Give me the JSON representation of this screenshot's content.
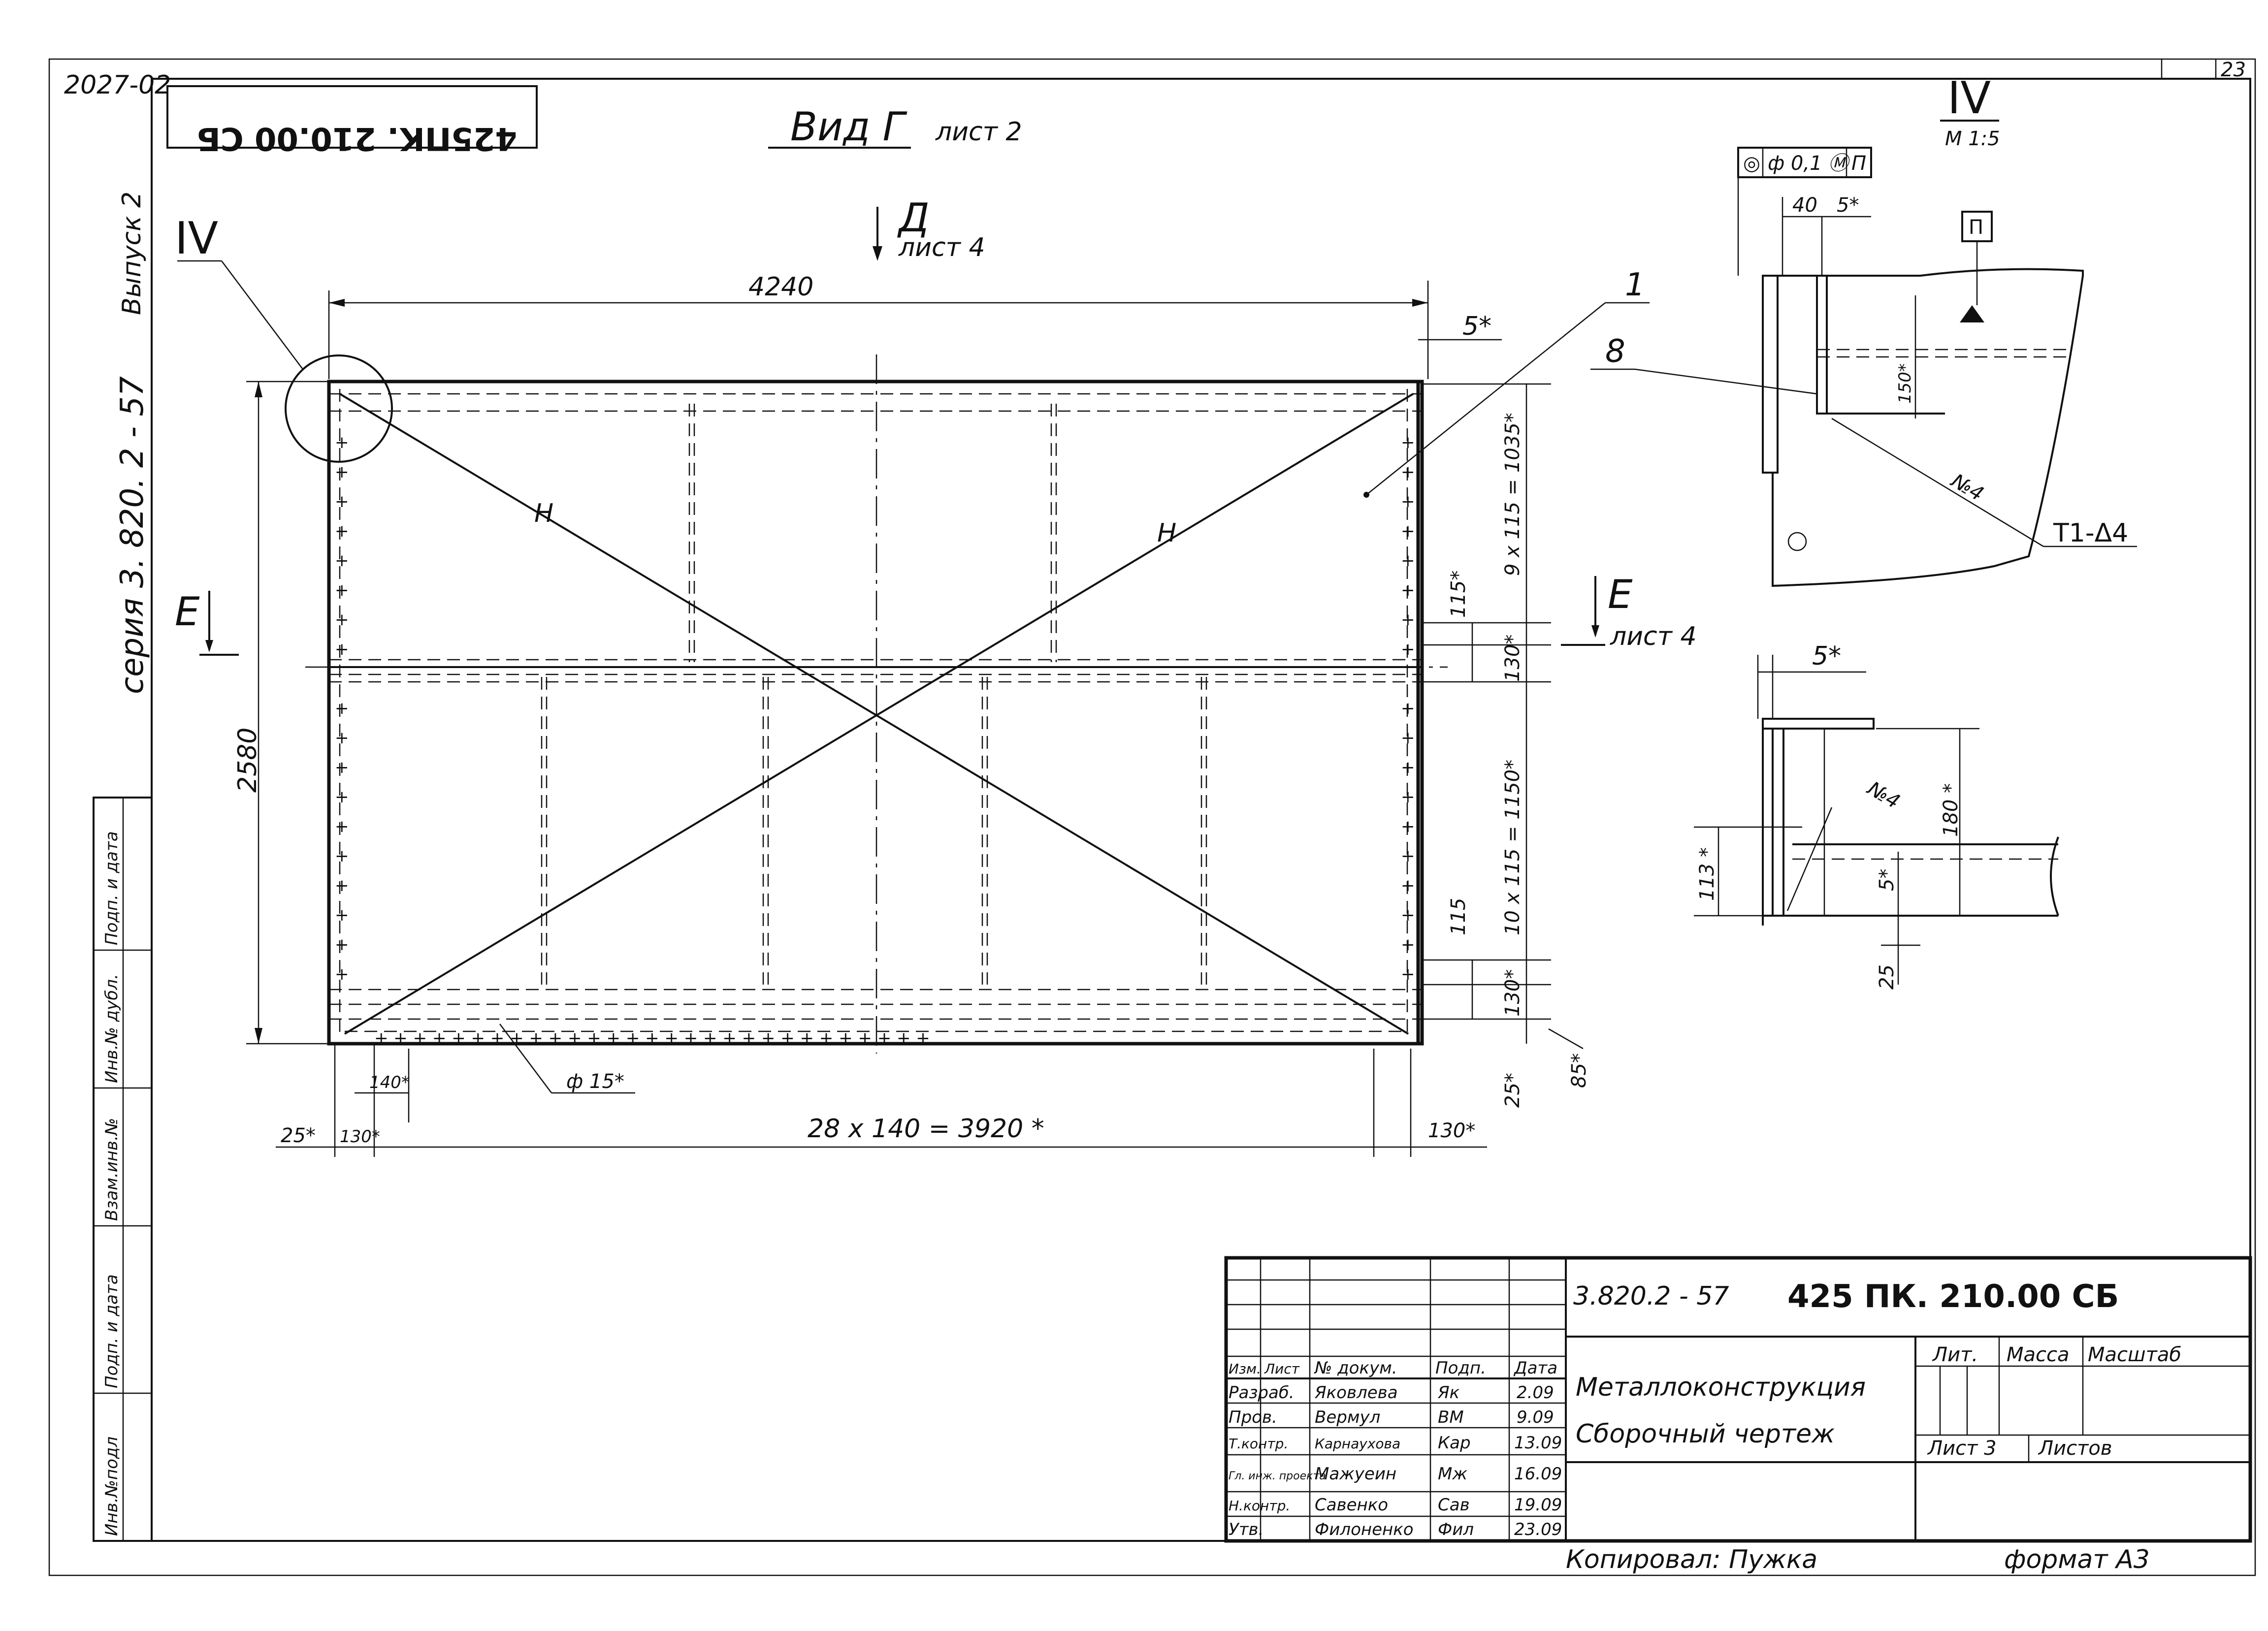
{
  "corner": {
    "code": "2027-02",
    "sheet_no": "23"
  },
  "stamp_top": "425ПК. 210.00 СБ",
  "left_strip": {
    "vypusk": "Выпуск 2",
    "seriya": "серия 3. 820. 2 - 57"
  },
  "side_table": [
    "Инв.№подл",
    "Подп. и дата",
    "Взам.инв.№",
    "Инв.№ дубл.",
    "Подп. и дата"
  ],
  "main_view": {
    "title": "Вид Г",
    "title_sheet": "лист 2",
    "view_D": "Д",
    "view_D_sheet": "лист 4",
    "view_E_left": "Е",
    "view_E_right": "Е",
    "view_E_sheet": "лист 4",
    "callout_IV": "IV",
    "brace_label": "Н",
    "pos_1": "1",
    "dims": {
      "width_top": "4240",
      "five_top": "5*",
      "height_left": "2580",
      "right_upper": "9 x 115 = 1035*",
      "right_115a": "115*",
      "right_130a": "130*",
      "right_lower": "10 x 115 = 1150*",
      "right_115b": "115",
      "right_130b": "130*",
      "right_25": "25*",
      "right_85": "85*",
      "bottom_25": "25*",
      "bottom_130l": "130*",
      "bottom_140": "140*",
      "bottom_hole": "ф 15*",
      "bottom_chain": "28 x 140 = 3920 *",
      "bottom_130r": "130*"
    }
  },
  "detail_IV": {
    "title": "IV",
    "scale": "М 1:5",
    "tolerance": [
      "◎",
      "ф 0,1 Ⓜ",
      "П"
    ],
    "dim_40": "40",
    "dim_5": "5*",
    "base_P": "П",
    "pos_8": "8",
    "dim_150": "150*",
    "weld_4": "№4",
    "weld_code": "Т1-Δ4"
  },
  "detail_E": {
    "dim_5": "5*",
    "weld_4": "№4",
    "dim_180": "180 *",
    "dim_113": "113 *",
    "dim_5v": "5*",
    "dim_25": "25"
  },
  "title_block": {
    "series": "3.820.2 - 57",
    "code": "425 ПК. 210.00 СБ",
    "name_line1": "Металлоконструкция",
    "name_line2": "Сборочный чертеж",
    "headers": [
      "Изм.",
      "Лист",
      "№ докум.",
      "Подп.",
      "Дата"
    ],
    "rows": [
      {
        "role": "Разраб.",
        "name": "Яковлева",
        "sign": "Як",
        "date": "2.09"
      },
      {
        "role": "Пров.",
        "name": "Вермул",
        "sign": "ВМ",
        "date": "9.09"
      },
      {
        "role": "Т.контр.",
        "name": "Карнаухова",
        "sign": "Кар",
        "date": "13.09"
      },
      {
        "role": "Гл. инж. проекта",
        "name": "Мажуеин",
        "sign": "Мж",
        "date": "16.09"
      },
      {
        "role": "Н.контр.",
        "name": "Савенко",
        "sign": "Сав",
        "date": "19.09"
      },
      {
        "role": "Утв.",
        "name": "Филоненко",
        "sign": "Фил",
        "date": "23.09"
      }
    ],
    "lit": "Лит.",
    "massa": "Масса",
    "masshtab": "Масштаб",
    "list": "Лист 3",
    "listov": "Листов",
    "copied": "Копировал:  Пужка",
    "format": "формат А3"
  }
}
